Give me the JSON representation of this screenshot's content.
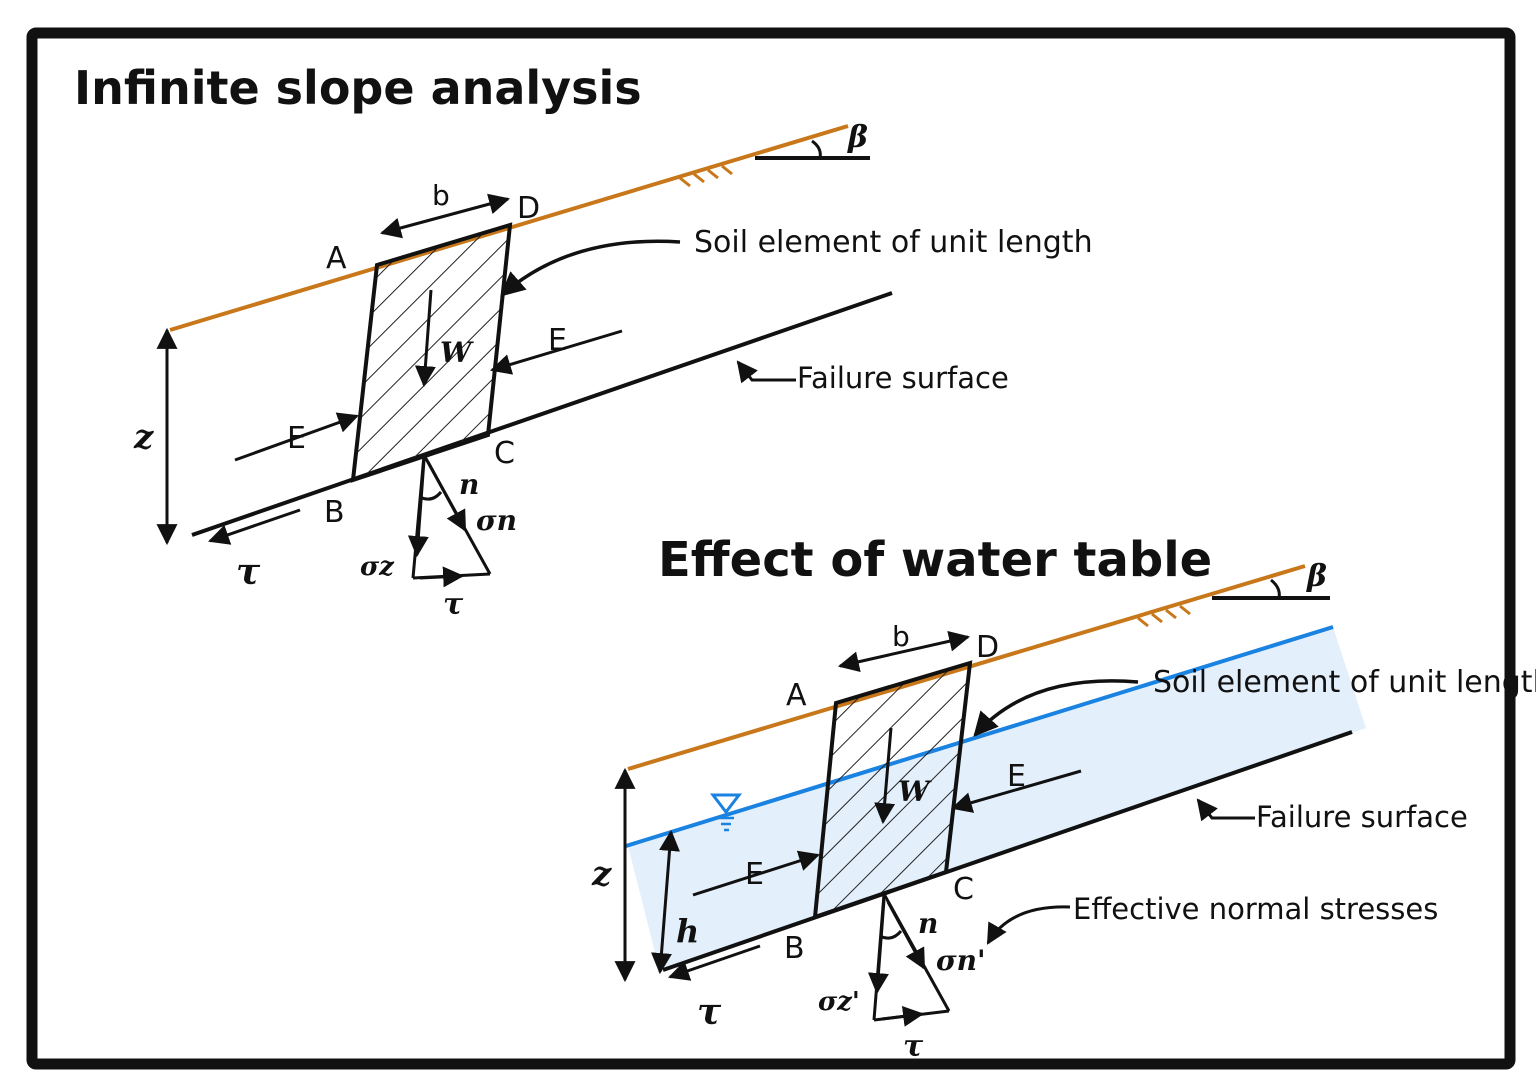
{
  "colors": {
    "frame": "#111111",
    "ground": "#c8781a",
    "water_line": "#1a82e0",
    "water_fill": "#e3f0fc",
    "ink": "#111111"
  },
  "top": {
    "title": "Infinite slope analysis",
    "slope_angle": "β",
    "corner_a": "A",
    "corner_b": "B",
    "corner_c": "C",
    "corner_d": "D",
    "width": "b",
    "depth": "z",
    "weight": "W",
    "force_left": "E",
    "force_right": "E",
    "soil_element": "Soil element of unit length",
    "failure_surface": "Failure surface",
    "shear_tau": "τ",
    "normal_n": "n",
    "sigma_n": "σn",
    "sigma_z": "σz",
    "tri_tau": "τ"
  },
  "bottom": {
    "title": "Effect of water table",
    "slope_angle": "β",
    "corner_a": "A",
    "corner_b": "B",
    "corner_c": "C",
    "corner_d": "D",
    "width": "b",
    "depth": "z",
    "water_height": "h",
    "weight": "W",
    "force_left": "E",
    "force_right": "E",
    "soil_element": "Soil element of unit length",
    "failure_surface": "Failure surface",
    "effective_stresses": "Effective normal stresses",
    "shear_tau": "τ",
    "normal_n": "n",
    "sigma_n": "σn'",
    "sigma_z": "σz'",
    "tri_tau": "τ"
  }
}
